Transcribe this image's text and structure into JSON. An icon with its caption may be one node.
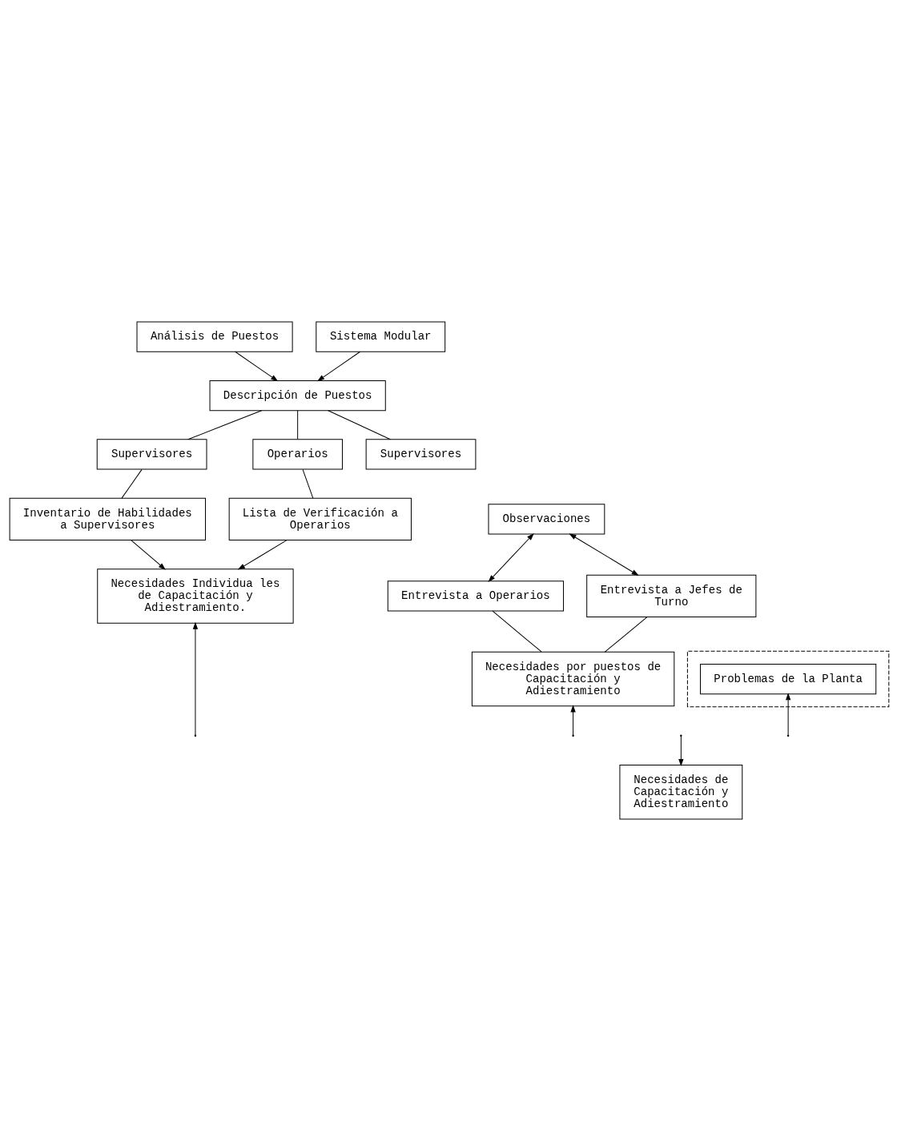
{
  "diagram": {
    "nodes": [
      {
        "text": [
          "Análisis de Puestos"
        ]
      },
      {
        "text": [
          "Sistema Modular"
        ]
      },
      {
        "text": [
          "Descripción de Puestos"
        ]
      },
      {
        "text": [
          "Supervisores"
        ]
      },
      {
        "text": [
          "Operarios"
        ]
      },
      {
        "text": [
          "Supervisores"
        ]
      },
      {
        "text": [
          "Inventario de Habilidades a Supervisores"
        ]
      },
      {
        "text": [
          "Lista de Verificación a Operarios"
        ]
      },
      {
        "text": [
          "Observaciones"
        ]
      },
      {
        "text": [
          "Necesidades Individua les de Capacitación y Adiestramiento."
        ]
      },
      {
        "text": [
          "Entrevista a Operarios"
        ]
      },
      {
        "text": [
          "Entrevista a Jefes de Turno"
        ]
      },
      {
        "text": [
          "Necesidades por puestos de Capacitación y Adiestramiento"
        ]
      },
      {
        "text": [
          "Necesidades de Capacitación y Adiestramiento"
        ]
      },
      {
        "text": [],
        "shape": "box"
      },
      {
        "text": [
          "Problemas de la Planta"
        ],
        "in": 14
      }
    ],
    "edges": [
      {
        "from": 0,
        "to": 2,
        "arrow": "to"
      },
      {
        "from": 1,
        "to": 2,
        "arrow": "to"
      },
      {
        "from": 2,
        "to": 3,
        "arrow": "none"
      },
      {
        "from": 2,
        "to": 4,
        "arrow": "none"
      },
      {
        "from": 2,
        "to": 5,
        "arrow": "none"
      },
      {
        "from": 3,
        "to": 6,
        "arrow": "none"
      },
      {
        "from": 4,
        "to": 7,
        "arrow": "none"
      },
      {
        "from": 6,
        "to": 9,
        "arrow": "to"
      },
      {
        "from": 7,
        "to": 9,
        "arrow": "to"
      },
      {
        "from": 10,
        "to": 8,
        "arrow": "both"
      },
      {
        "from": 11,
        "to": 8,
        "arrow": "both"
      },
      {
        "from": 10,
        "to": 12,
        "arrow": "none"
      },
      {
        "from": 11,
        "to": 12,
        "arrow": "none"
      },
      {
        "from": null,
        "to": 9,
        "arrow": "to"
      },
      {
        "from": null,
        "to": 12,
        "arrow": "to"
      },
      {
        "from": null,
        "to": 13,
        "arrow": "to"
      },
      {
        "from": null,
        "to": 15,
        "arrow": "to"
      }
    ]
  }
}
